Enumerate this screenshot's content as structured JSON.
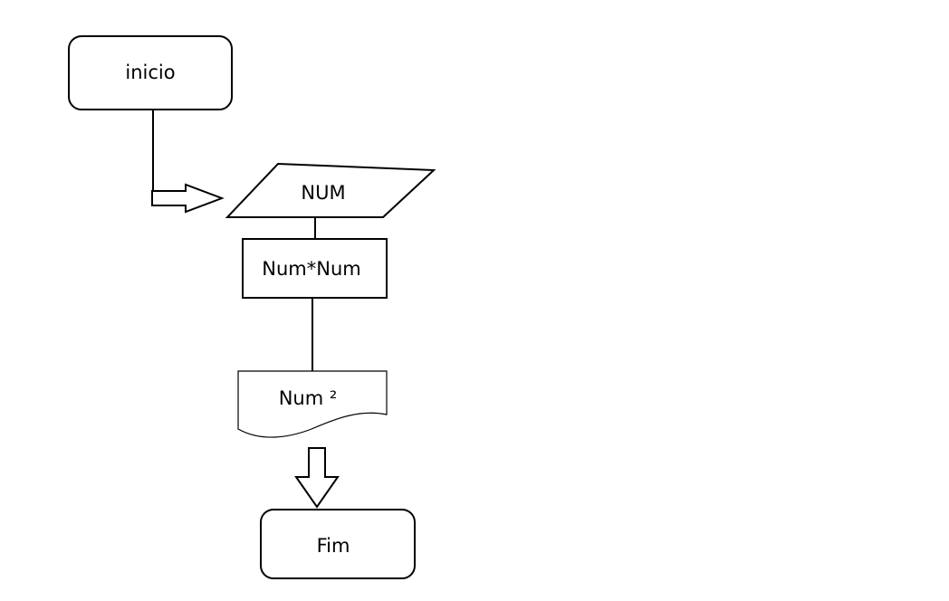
{
  "diagram": {
    "type": "flowchart",
    "nodes": [
      {
        "id": "start",
        "shape": "terminator",
        "text": "inicio"
      },
      {
        "id": "input",
        "shape": "parallelogram",
        "text": "NUM"
      },
      {
        "id": "process",
        "shape": "rectangle",
        "text": "Num*Num"
      },
      {
        "id": "output",
        "shape": "document",
        "text": "Num ²"
      },
      {
        "id": "end",
        "shape": "terminator",
        "text": "Fim"
      }
    ],
    "edges": [
      {
        "from": "start",
        "to": "input"
      },
      {
        "from": "input",
        "to": "process"
      },
      {
        "from": "process",
        "to": "output"
      },
      {
        "from": "output",
        "to": "end"
      }
    ]
  }
}
